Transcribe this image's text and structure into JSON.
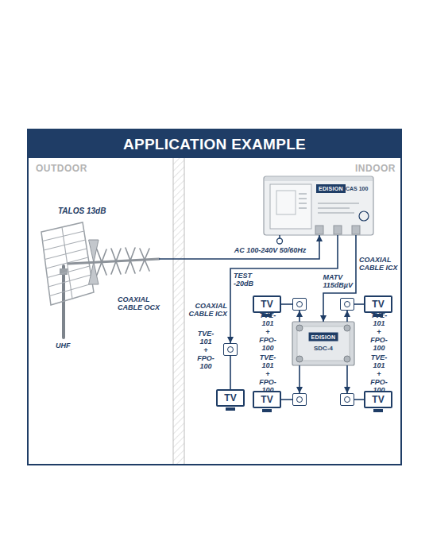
{
  "diagram": {
    "title": "APPLICATION EXAMPLE",
    "nodes": [
      {
        "text": [
          "TALOS 13dB"
        ]
      },
      {
        "text": [
          "EDISION",
          "CAS 100"
        ]
      },
      {
        "text": [
          "TVE-101 + FPO-100"
        ]
      },
      {
        "text": [
          "TV"
        ]
      },
      {
        "text": [
          "EDISION",
          "SDC-4"
        ]
      },
      {
        "text": [
          "TVE-101 + FPO-100"
        ]
      },
      {
        "text": [
          "TV"
        ]
      },
      {
        "text": [
          "TVE-101 + FPO-100"
        ]
      },
      {
        "text": [
          "TV"
        ]
      },
      {
        "text": [
          "TVE-101 + FPO-100"
        ]
      },
      {
        "text": [
          "TV"
        ]
      },
      {
        "text": [
          "TVE-101 + FPO-100"
        ]
      },
      {
        "text": [
          "TV"
        ]
      }
    ],
    "edges": [
      {
        "from": 0,
        "to": 1,
        "arrow": "to"
      },
      {
        "from": 1,
        "to": 2,
        "arrow": "to",
        "label": "COAXIAL CABLE ICX"
      },
      {
        "from": 2,
        "to": 3,
        "arrow": "none"
      },
      {
        "from": 1,
        "to": 4,
        "arrow": "to",
        "label": "COAXIAL CABLE ICX"
      },
      {
        "from": 4,
        "to": 5,
        "arrow": "to"
      },
      {
        "from": 5,
        "to": 6,
        "arrow": "none"
      },
      {
        "from": 4,
        "to": 7,
        "arrow": "to"
      },
      {
        "from": 7,
        "to": 8,
        "arrow": "none"
      },
      {
        "from": 4,
        "to": 9,
        "arrow": "to"
      },
      {
        "from": 9,
        "to": 10,
        "arrow": "none"
      },
      {
        "from": 4,
        "to": 11,
        "arrow": "to"
      },
      {
        "from": 11,
        "to": 12,
        "arrow": "none"
      }
    ],
    "labels": [
      "OUTDOOR",
      "INDOOR",
      "UHF",
      "COAXIAL CABLE OCX",
      "AC 100-240V 50/60Hz",
      "TEST -20dB",
      "MATV 115dBµV"
    ]
  }
}
